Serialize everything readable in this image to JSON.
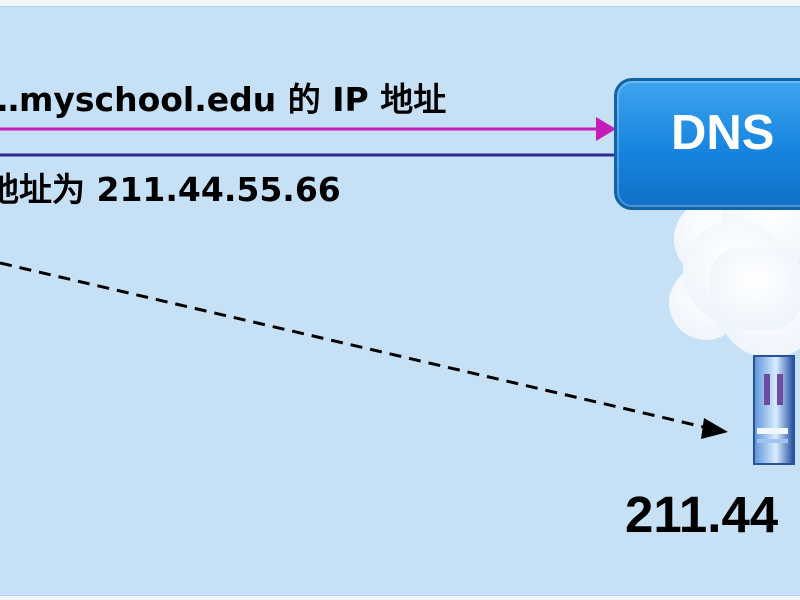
{
  "diagram": {
    "query_text": "…myschool.edu 的 IP 地址",
    "reply_text": "地址为 211.44.55.66",
    "dns_label": "DNS",
    "server_ip_label": "211.44"
  },
  "colors": {
    "panel_background": "#c6e1f6",
    "query_arrow": "#c51bb7",
    "reply_line": "#2b2d8f",
    "dns_box": "#1784de",
    "dns_text": "#ffffff",
    "dashed_arrow": "#000000"
  }
}
